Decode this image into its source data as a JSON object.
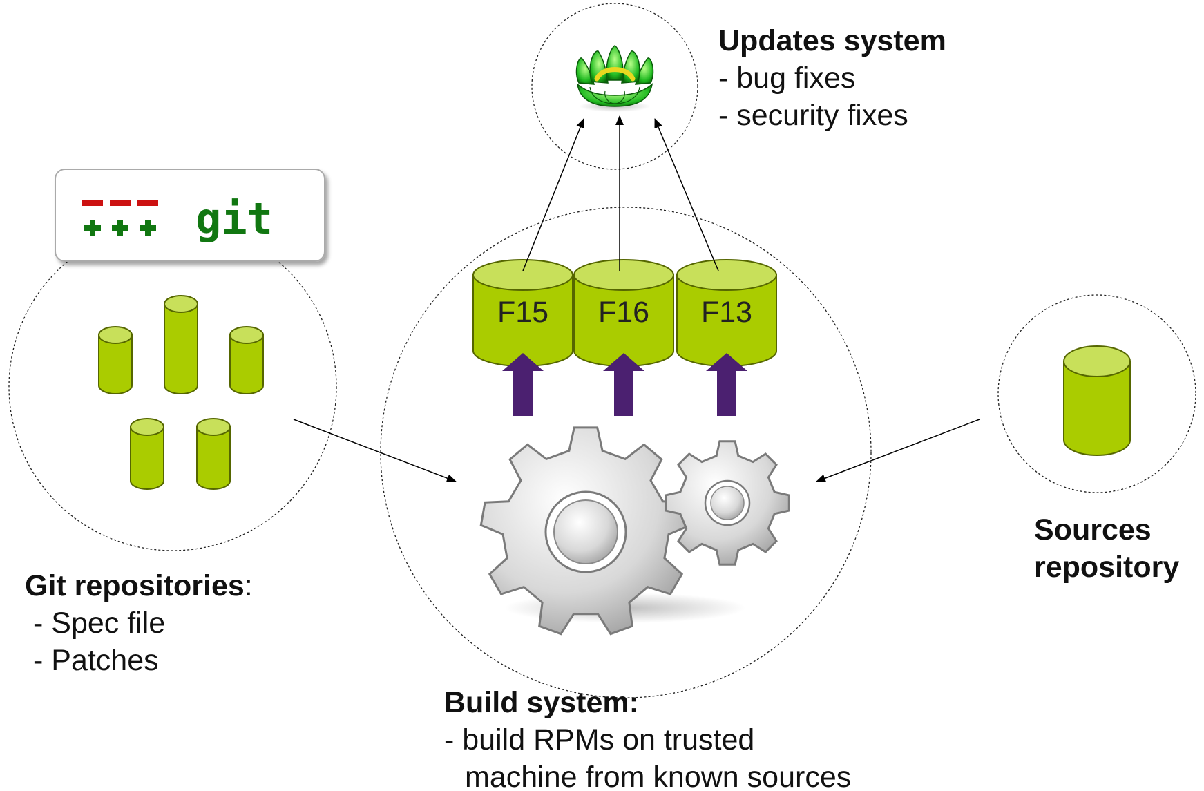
{
  "colors": {
    "drum_fill": "#aacc00",
    "drum_top": "#c8e05a",
    "drum_stroke": "#556600",
    "push_arrow": "#4b2070",
    "git_red": "#cc1111",
    "git_green": "#117711"
  },
  "updates": {
    "icon": "lotus-icon",
    "title": "Updates system",
    "lines": [
      "- bug fixes",
      "- security fixes"
    ]
  },
  "git": {
    "logo_text": "git",
    "title": "Git repositories",
    "title_suffix": ":",
    "lines": [
      "- Spec file",
      "- Patches"
    ]
  },
  "build": {
    "icon": "gears-icon",
    "title": "Build system:",
    "lines": [
      "- build RPMs on trusted",
      "machine from known sources"
    ],
    "repos": [
      "F15",
      "F16",
      "F13"
    ]
  },
  "sources": {
    "title_lines": [
      "Sources",
      "repository"
    ]
  }
}
